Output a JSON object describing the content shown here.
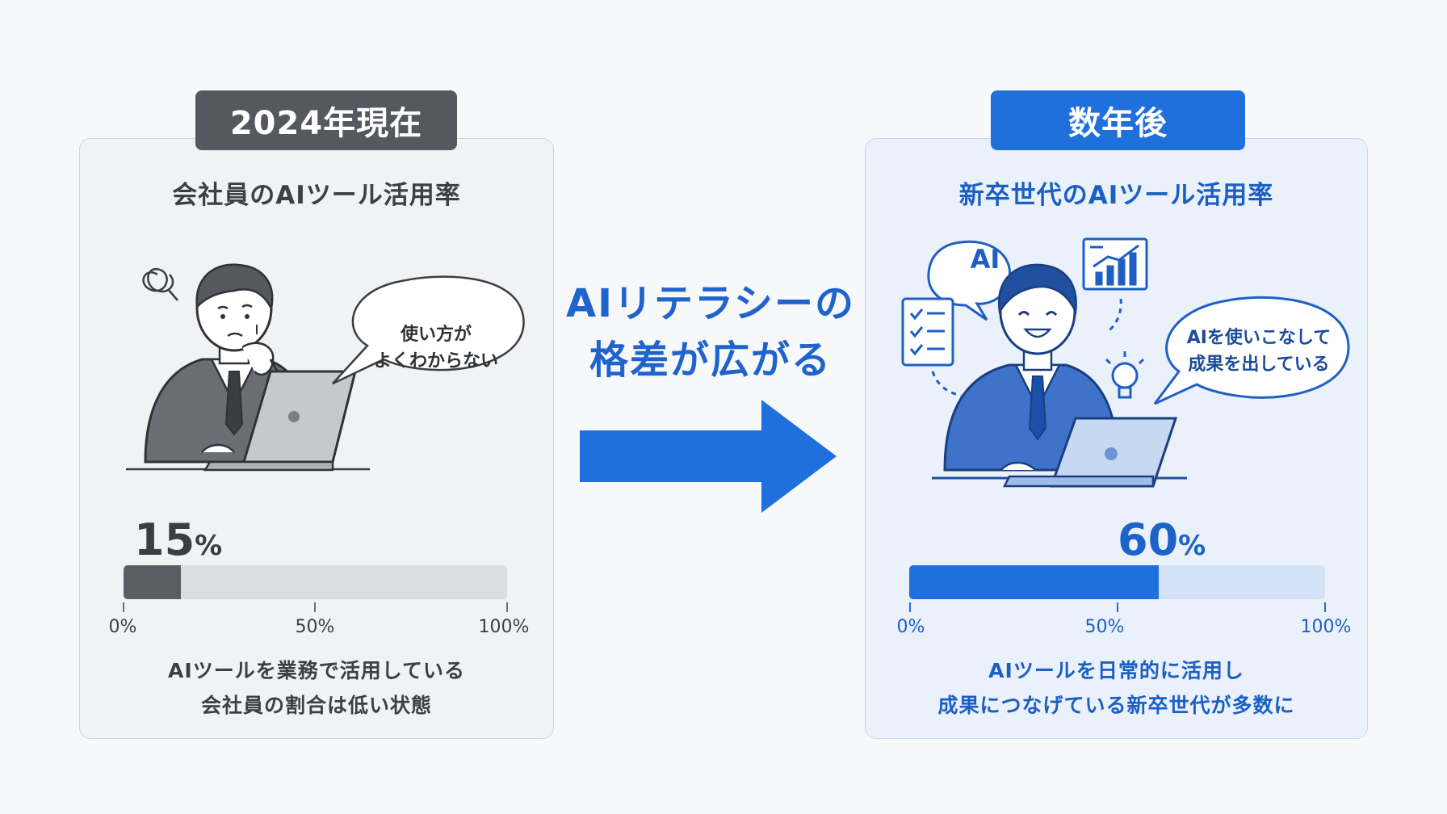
{
  "left": {
    "tag": "2024年現在",
    "title": "会社員のAIツール活用率",
    "bubble": [
      "使い方が",
      "よくわからない"
    ],
    "percent": 15,
    "percent_value": "15",
    "percent_unit": "%",
    "ticks": [
      "0%",
      "50%",
      "100%"
    ],
    "caption": [
      "AIツールを業務で活用している",
      "会社員の割合は低い状態"
    ],
    "colors": {
      "accent": "#55585e",
      "bar_track": "#dcdde1"
    }
  },
  "center": {
    "text": [
      "AIリテラシーの",
      "格差が広がる"
    ],
    "colors": {
      "accent": "#1f6fdc"
    }
  },
  "right": {
    "tag": "数年後",
    "title": "新卒世代のAIツール活用率",
    "bubble": [
      "AIを使いこなして",
      "成果を出している"
    ],
    "ai_bubble": "AI",
    "percent": 60,
    "percent_value": "60",
    "percent_unit": "%",
    "ticks": [
      "0%",
      "50%",
      "100%"
    ],
    "caption": [
      "AIツールを日常的に活用し",
      "成果につなげている新卒世代が多数に"
    ],
    "colors": {
      "accent": "#1f6fdc",
      "bar_track": "#d3e1f6"
    }
  },
  "icons": [
    "confused-scribble-icon",
    "speech-bubble-icon",
    "checklist-icon",
    "growth-chart-icon",
    "lightbulb-icon",
    "laptop-icon",
    "arrow-right-icon"
  ]
}
